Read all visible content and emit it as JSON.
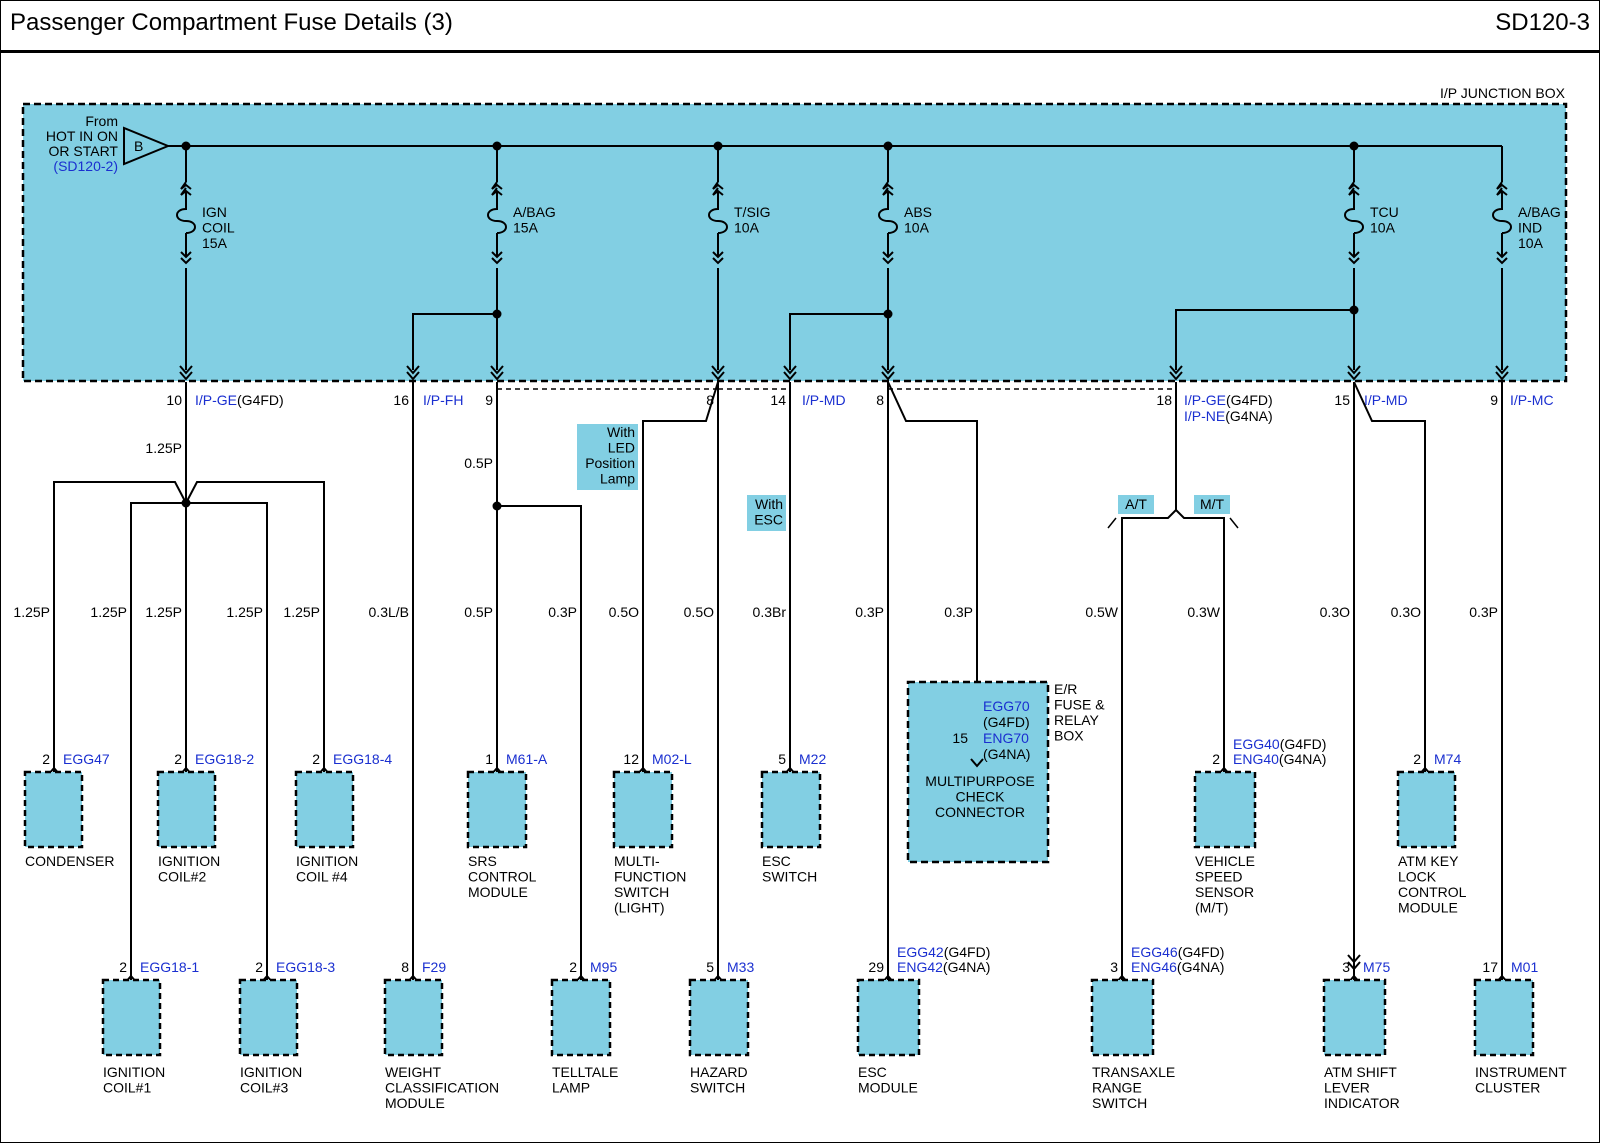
{
  "header": {
    "title": "Passenger Compartment Fuse Details (3)",
    "code": "SD120-3"
  },
  "junction_box": {
    "label": "I/P JUNCTION BOX",
    "source": {
      "line1": "From",
      "line2": "HOT IN ON",
      "line3": "OR START",
      "ref": "(SD120-2)",
      "connector": "B"
    },
    "fuses": [
      {
        "name": "IGN\nCOIL",
        "rating": "15A"
      },
      {
        "name": "A/BAG",
        "rating": "15A"
      },
      {
        "name": "T/SIG",
        "rating": "10A"
      },
      {
        "name": "ABS",
        "rating": "10A"
      },
      {
        "name": "TCU",
        "rating": "10A"
      },
      {
        "name": "A/BAG\nIND",
        "rating": "10A"
      }
    ]
  },
  "pins": [
    {
      "num": "10",
      "conn": "I/P-GE",
      "extra": "(G4FD)"
    },
    {
      "num": "16",
      "conn": "I/P-FH",
      "extra": ""
    },
    {
      "num": "9",
      "conn": "",
      "extra": ""
    },
    {
      "num": "8",
      "conn": "",
      "extra": ""
    },
    {
      "num": "14",
      "conn": "I/P-MD",
      "extra": ""
    },
    {
      "num": "8",
      "conn": "",
      "extra": ""
    },
    {
      "num": "18",
      "conn": "I/P-GE",
      "extra": "(G4FD)",
      "conn2": "I/P-NE",
      "extra2": "(G4NA)"
    },
    {
      "num": "15",
      "conn": "I/P-MD",
      "extra": ""
    },
    {
      "num": "9",
      "conn": "I/P-MC",
      "extra": ""
    }
  ],
  "notes": {
    "led": "With\nLED\nPosition\nLamp",
    "esc": "With\nESC",
    "at": "A/T",
    "mt": "M/T"
  },
  "wires": {
    "ign_trunk": "1.25P",
    "abag_trunk": "0.5P",
    "w_condenser": "1.25P",
    "w_coil1": "1.25P",
    "w_coil2": "1.25P",
    "w_coil3": "1.25P",
    "w_coil4": "1.25P",
    "w_weight": "0.3L/B",
    "w_srs": "0.5P",
    "w_telltale": "0.3P",
    "w_mfs": "0.5O",
    "w_hazard": "0.5O",
    "w_escsw": "0.3Br",
    "w_escmod": "0.3P",
    "w_mpc": "0.3P",
    "w_trans": "0.5W",
    "w_vss": "0.3W",
    "w_atmshift": "0.3O",
    "w_atmkey": "0.3O",
    "w_cluster": "0.3P"
  },
  "components": [
    {
      "id": "condenser",
      "pin": "2",
      "conn": "EGG47",
      "label": "CONDENSER"
    },
    {
      "id": "coil2",
      "pin": "2",
      "conn": "EGG18-2",
      "label": "IGNITION\nCOIL#2"
    },
    {
      "id": "coil4",
      "pin": "2",
      "conn": "EGG18-4",
      "label": "IGNITION\nCOIL #4"
    },
    {
      "id": "srs",
      "pin": "1",
      "conn": "M61-A",
      "label": "SRS\nCONTROL\nMODULE"
    },
    {
      "id": "mfs",
      "pin": "12",
      "conn": "M02-L",
      "label": "MULTI-\nFUNCTION\nSWITCH\n(LIGHT)"
    },
    {
      "id": "escsw",
      "pin": "5",
      "conn": "M22",
      "label": "ESC\nSWITCH"
    },
    {
      "id": "vss",
      "pin": "2",
      "conn": "EGG40",
      "conn_extra": "(G4FD)",
      "conn2": "ENG40",
      "conn2_extra": "(G4NA)",
      "label": "VEHICLE\nSPEED\nSENSOR\n(M/T)"
    },
    {
      "id": "atmkey",
      "pin": "2",
      "conn": "M74",
      "label": "ATM KEY\nLOCK\nCONTROL\nMODULE"
    },
    {
      "id": "coil1",
      "pin": "2",
      "conn": "EGG18-1",
      "label": "IGNITION\nCOIL#1"
    },
    {
      "id": "coil3",
      "pin": "2",
      "conn": "EGG18-3",
      "label": "IGNITION\nCOIL#3"
    },
    {
      "id": "weight",
      "pin": "8",
      "conn": "F29",
      "label": "WEIGHT\nCLASSIFICATION\nMODULE"
    },
    {
      "id": "telltale",
      "pin": "2",
      "conn": "M95",
      "label": "TELLTALE\nLAMP"
    },
    {
      "id": "hazard",
      "pin": "5",
      "conn": "M33",
      "label": "HAZARD\nSWITCH"
    },
    {
      "id": "escmod",
      "pin": "29",
      "conn": "EGG42",
      "conn_extra": "(G4FD)",
      "conn2": "ENG42",
      "conn2_extra": "(G4NA)",
      "label": "ESC\nMODULE"
    },
    {
      "id": "trans",
      "pin": "3",
      "conn": "EGG46",
      "conn_extra": "(G4FD)",
      "conn2": "ENG46",
      "conn2_extra": "(G4NA)",
      "label": "TRANSAXLE\nRANGE\nSWITCH"
    },
    {
      "id": "atmshift",
      "pin": "3",
      "conn": "M75",
      "label": "ATM SHIFT\nLEVER\nINDICATOR"
    },
    {
      "id": "cluster",
      "pin": "17",
      "conn": "M01",
      "label": "INSTRUMENT\nCLUSTER"
    }
  ],
  "mpc": {
    "box_label": "E/R\nFUSE &\nRELAY\nBOX",
    "pin": "15",
    "conn": "EGG70",
    "conn_extra": "(G4FD)",
    "conn2": "ENG70",
    "conn2_extra": "(G4NA)",
    "label": "MULTIPURPOSE\nCHECK\nCONNECTOR"
  },
  "colors": {
    "box_fill": "#82cfe3",
    "link": "#1a2fd0",
    "line": "#000000"
  }
}
